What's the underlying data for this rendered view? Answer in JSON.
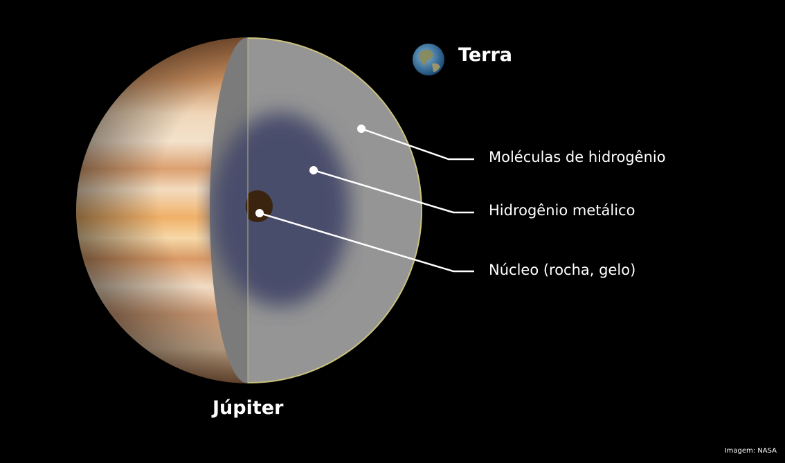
{
  "labels": {
    "earth": "Terra",
    "jupiter": "Júpiter",
    "layers": [
      "Moléculas de hidrogênio",
      "Hidrogênio  metálico",
      "Núcleo (rocha, gelo)"
    ]
  },
  "credit": "Imagem: NASA",
  "colors": {
    "background": "#000000",
    "outer_layer": "#959595",
    "metallic_layer": "#4a4d6c",
    "core": "#3a2410",
    "leader_lines": "#ffffff"
  }
}
